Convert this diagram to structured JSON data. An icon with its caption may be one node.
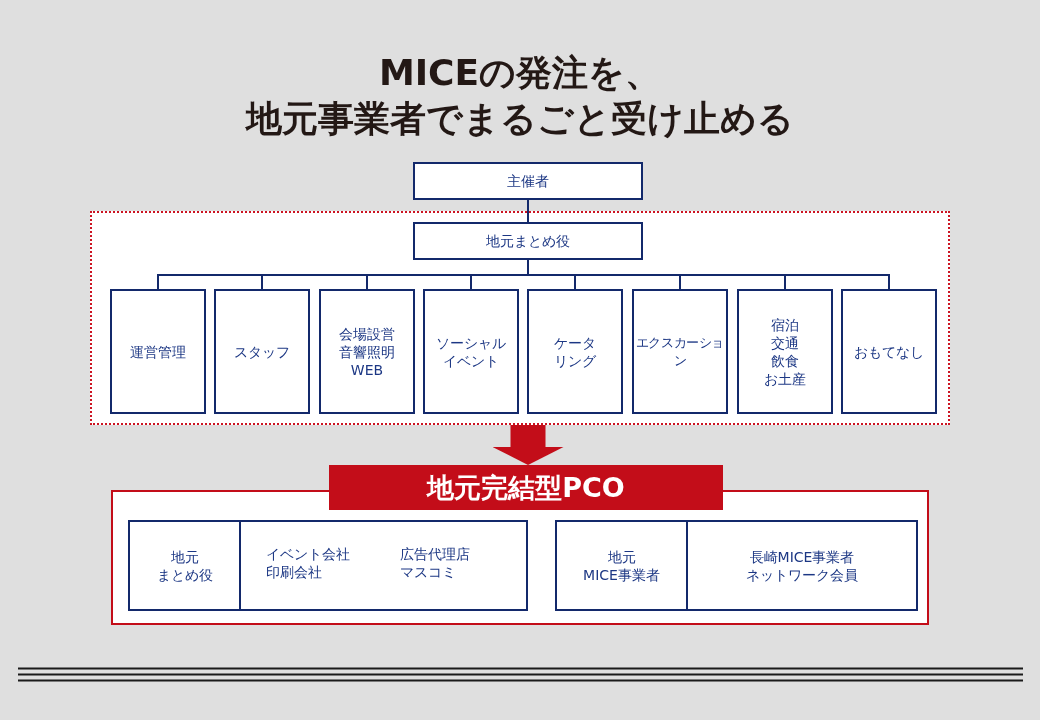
{
  "diagram": {
    "title": "MICEの発注を、地元事業者でまるごと受け止める",
    "nodes": [
      {
        "text": [
          "主催者"
        ]
      },
      {
        "text": [],
        "shape": "box"
      },
      {
        "text": [
          "地元まとめ役"
        ],
        "in": 1
      },
      {
        "text": [
          "運営管理"
        ],
        "in": 1
      },
      {
        "text": [
          "スタッフ"
        ],
        "in": 1
      },
      {
        "text": [
          "会場設営",
          "音響照明",
          "WEB"
        ],
        "in": 1
      },
      {
        "text": [
          "ソーシャルイベント"
        ],
        "in": 1
      },
      {
        "text": [
          "ケータリング"
        ],
        "in": 1
      },
      {
        "text": [
          "エクスカーション"
        ],
        "in": 1
      },
      {
        "text": [
          "宿泊",
          "交通",
          "飲食",
          "お土産"
        ],
        "in": 1
      },
      {
        "text": [
          "おもてなし"
        ],
        "in": 1
      },
      {
        "text": [
          "地元完結型PCO"
        ]
      },
      {
        "text": [
          "地元まとめ役"
        ],
        "in": 11
      },
      {
        "text": [
          "イベント会社",
          "印刷会社",
          "広告代理店",
          "マスコミ"
        ],
        "in": 11
      },
      {
        "text": [
          "地元MICE事業者"
        ],
        "in": 11
      },
      {
        "text": [
          "長崎MICE事業者ネットワーク会員"
        ],
        "in": 11
      }
    ],
    "edges": [
      {
        "from": 0,
        "to": 2,
        "arrow": "none"
      },
      {
        "from": 2,
        "to": 3,
        "arrow": "none"
      },
      {
        "from": 2,
        "to": 4,
        "arrow": "none"
      },
      {
        "from": 2,
        "to": 5,
        "arrow": "none"
      },
      {
        "from": 2,
        "to": 6,
        "arrow": "none"
      },
      {
        "from": 2,
        "to": 7,
        "arrow": "none"
      },
      {
        "from": 2,
        "to": 8,
        "arrow": "none"
      },
      {
        "from": 2,
        "to": 9,
        "arrow": "none"
      },
      {
        "from": 2,
        "to": 10,
        "arrow": "none"
      },
      {
        "from": 1,
        "to": 11,
        "arrow": "to",
        "style": "thick",
        "color": "#c30d19"
      }
    ]
  }
}
